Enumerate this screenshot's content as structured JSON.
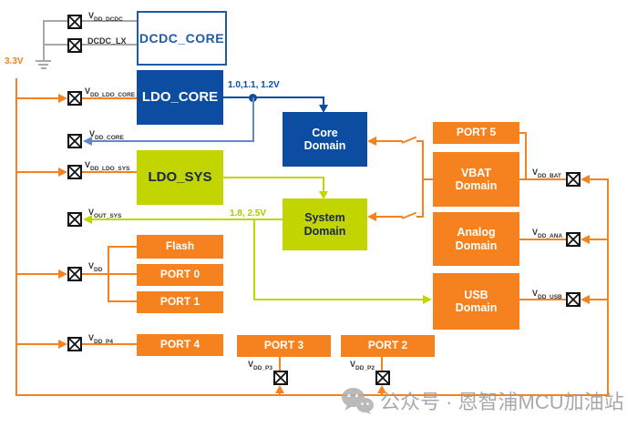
{
  "supply": {
    "label": "3.3V"
  },
  "voltages": {
    "core": "1.0,1.1, 1.2V",
    "system": "1.8, 2.5V"
  },
  "blocks": {
    "dcdc_core": "DCDC_CORE",
    "ldo_core": "LDO_CORE",
    "ldo_sys": "LDO_SYS",
    "core_domain": "Core\nDomain",
    "system_domain": "System\nDomain",
    "port5": "PORT 5",
    "vbat_domain": "VBAT\nDomain",
    "analog_domain": "Analog\nDomain",
    "usb_domain": "USB\nDomain",
    "flash": "Flash",
    "port0": "PORT 0",
    "port1": "PORT 1",
    "port4": "PORT 4",
    "port3": "PORT 3",
    "port2": "PORT 2"
  },
  "pins": {
    "vdd_dcdc": {
      "main": "V",
      "sub": "DD_DCDC"
    },
    "dcdc_lx": {
      "main": "DCDC_LX",
      "sub": ""
    },
    "vdd_ldo_core": {
      "main": "V",
      "sub": "DD_LDO_CORE"
    },
    "vdd_core": {
      "main": "V",
      "sub": "DD_CORE"
    },
    "vdd_ldo_sys": {
      "main": "V",
      "sub": "DD_LDO_SYS"
    },
    "vout_sys": {
      "main": "V",
      "sub": "OUT_SYS"
    },
    "vdd": {
      "main": "V",
      "sub": "DD"
    },
    "vdd_p4": {
      "main": "V",
      "sub": "DD_P4"
    },
    "vdd_p3": {
      "main": "V",
      "sub": "DD_P3"
    },
    "vdd_p2": {
      "main": "V",
      "sub": "DD_P2"
    },
    "vdd_bat": {
      "main": "V",
      "sub": "DD_BAT"
    },
    "vdd_ana": {
      "main": "V",
      "sub": "DD_ANA"
    },
    "vdd_usb": {
      "main": "V",
      "sub": "DD_USB"
    }
  },
  "watermark": {
    "text": "公众号 · 恩智浦MCU加油站"
  },
  "colors": {
    "orange": "#F5821F",
    "dark_blue": "#0C4DA2",
    "lime_green": "#C3D500",
    "light_blue_wire": "#6188CC",
    "dcdc_outline_blue": "#1D5BA8",
    "wire_gray": "#A8A8A8",
    "watermark_gray": "#9B9B9B"
  }
}
